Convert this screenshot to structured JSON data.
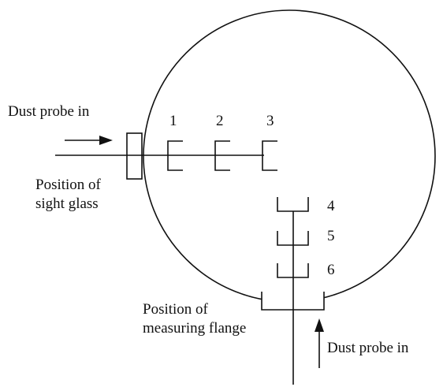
{
  "labels": {
    "probe_left": "Dust probe in",
    "probe_bottom": "Dust probe in",
    "sight_glass_line1": "Position of",
    "sight_glass_line2": "sight glass",
    "flange_line1": "Position of",
    "flange_line2": "measuring flange"
  },
  "points": [
    "1",
    "2",
    "3",
    "4",
    "5",
    "6"
  ],
  "colors": {
    "line": "#111111",
    "background": "#ffffff"
  }
}
